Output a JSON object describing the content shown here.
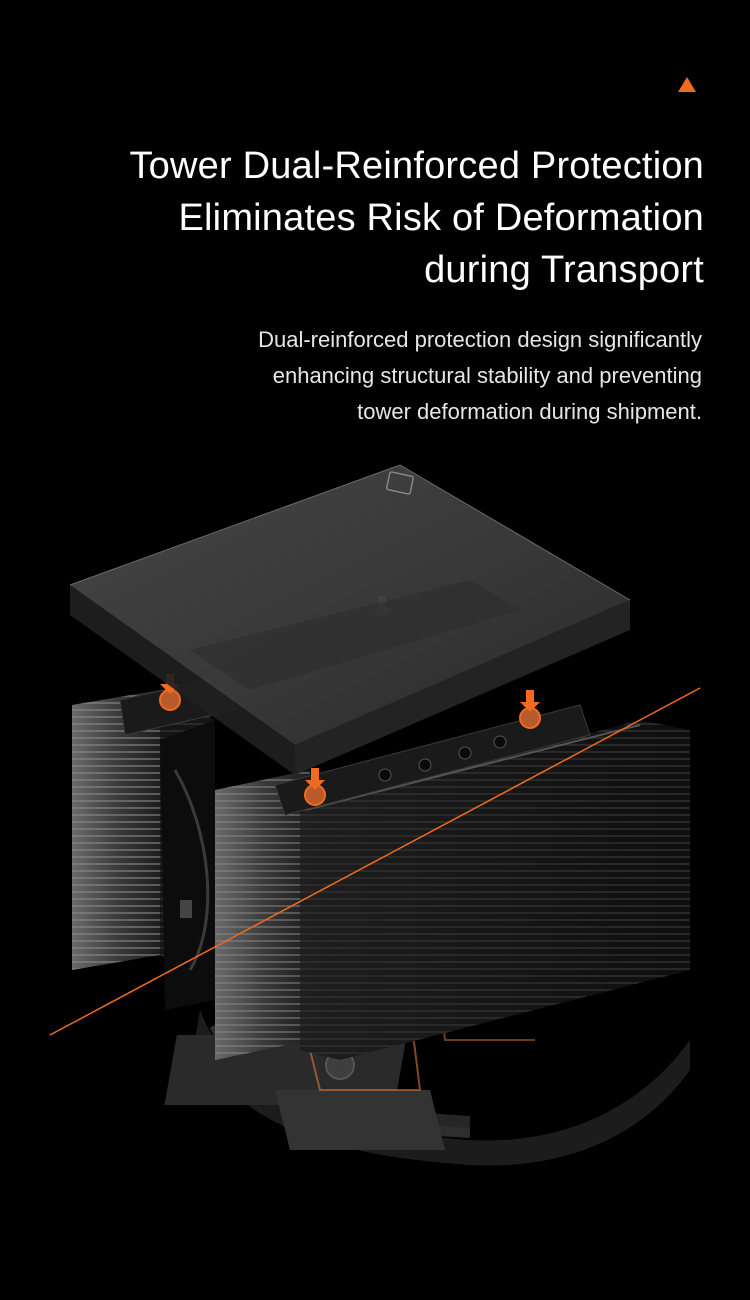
{
  "accent_color": "#f26a1f",
  "decor": {
    "marker_icon": "triangle-up-icon"
  },
  "headline": {
    "lines": [
      "Tower Dual-Reinforced Protection",
      "Eliminates Risk of Deformation",
      "during Transport"
    ]
  },
  "description": {
    "lines": [
      "Dual-reinforced protection design significantly",
      "enhancing structural stability and preventing",
      "tower deformation during shipment."
    ]
  },
  "image": {
    "subject": "cpu-cooler-exploded-view"
  }
}
